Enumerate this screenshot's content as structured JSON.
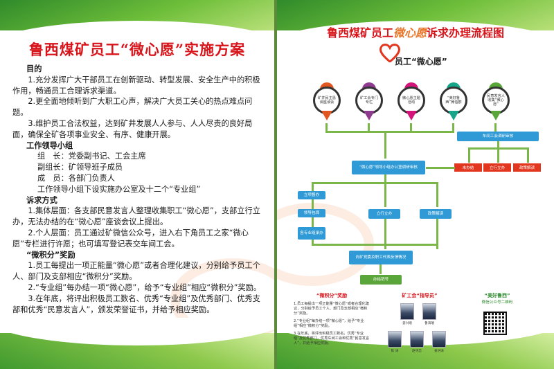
{
  "left": {
    "title": "鲁西煤矿员工“微心愿”实施方案",
    "sections": [
      {
        "heading": "目的",
        "paras": [
          "1.充分发挥广大干部员工在创新驱动、转型发展、安全生产中的积极作用，畅通员工合理诉求渠道。",
          "2.更全面地倾听到广大职工心声，解决广大员工关心的热点难点问题。",
          "3.维护员工合法权益，达到矿井发展人人参与、人人尽责的良好局面，确保全矿各项事业安全、有序、健康开展。"
        ]
      },
      {
        "heading": "工作领导小组",
        "paras": [
          "组　长：党委副书记、工会主席",
          "副组长：矿领导班子成员",
          "成　员：各部门负责人",
          "工作领导小组下设实施办公室及十二个“专业组”"
        ]
      },
      {
        "heading": "诉求方式",
        "paras": [
          "1.集体层面：各支部民意发言人整理收集职工“微心愿”，支部立行立办，无法办结的在“微心愿”座谈会议上提出。",
          "2.个人层面：员工通过矿微信公众号，进入右下角员工之家“微心愿”专栏进行许愿；也可填写登记表交车间工会。"
        ]
      },
      {
        "heading": "“微积分”奖励",
        "paras": [
          "1.员工每提出一项正能量“微心愿”或者合理化建议，分别给予员工个人、部门及支部相应“微积分”奖励。",
          "2.“专业组”每办结一项“微心愿”，给予“专业组”相应“微积分”奖励。",
          "3.在年底，将评出积极员工数名、优秀“专业组”及优秀部门、优秀支部和优秀“民意发言人”，颁发荣誉证书，并给予相应奖励。"
        ]
      }
    ]
  },
  "right": {
    "title_a": "鲁西煤矿员工",
    "title_b": "微心愿",
    "title_c": "诉求办理流程图",
    "heart_label": "员工“微心愿”",
    "pins": [
      {
        "text": "矿井民主恳谈座谈会",
        "color": "#e2561f"
      },
      {
        "text": "矿工会专门专栏",
        "color": "#8e3c8f"
      },
      {
        "text": "微心愿主题活动",
        "color": "#d4147a"
      },
      {
        "text": "“美好鲁西”微信群",
        "color": "#17a58a"
      },
      {
        "text": "民意发言人收集“微心愿”",
        "color": "#5aa63a"
      }
    ],
    "side_box": "车间工会调研审核",
    "right_tags": [
      "未办结",
      "立行立办",
      "政策解读"
    ],
    "center_box": "“微心愿”领导小组办公室调研审核",
    "left_tags": [
      "立项督办",
      "领导包保",
      "各专业组承办"
    ],
    "mid_tags": [
      "立行立办",
      "政策解读"
    ],
    "feedback_box": "向矿党委及职工代表反馈情况",
    "done_box": "办结销号",
    "footer": {
      "reward_title": "“微积分”奖励",
      "reward_lines": [
        "1.员工每提出一项正能量“微心愿”或者合理化建议，分别给予员工个人、部门及支部相应“微积分”奖励。",
        "2.“专业组”每办结一项“微心愿”，给予“专业组”相应“微积分”奖励。",
        "3.在年底，将评出积极员工数名，优秀“专业组”及优秀部门，优秀车间工会和优秀“民意发言人”，并给予相应奖励。"
      ],
      "guide_title": "矿工会“指导员”",
      "guides": [
        "姜兴刚",
        "鲁海瑞",
        "陈 涛",
        "赵守忠",
        "姜洪涛"
      ],
      "qr_title": "“美好鲁西”",
      "qr_sub": "微信公众号二维码"
    }
  }
}
